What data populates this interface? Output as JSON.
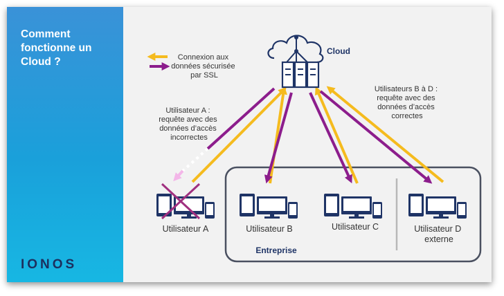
{
  "sidebar": {
    "title_lines": [
      "Comment",
      "fonctionne un",
      "Cloud ?"
    ],
    "brand": "IONOS"
  },
  "legend": {
    "lines": [
      "Connexion aux",
      "données sécurisée",
      "par SSL"
    ]
  },
  "cloud": {
    "label": "Cloud"
  },
  "annotations": {
    "user_a": [
      "Utilisateur A :",
      "requête avec des",
      "données d’accès",
      "incorrectes"
    ],
    "users_bd": [
      "Utilisateurs B à D :",
      "requête avec des",
      "données d’accès",
      "correctes"
    ]
  },
  "users": [
    {
      "id": "a",
      "label_lines": [
        "Utilisateur A"
      ],
      "rejected": true
    },
    {
      "id": "b",
      "label_lines": [
        "Utilisateur B"
      ],
      "rejected": false
    },
    {
      "id": "c",
      "label_lines": [
        "Utilisateur C"
      ],
      "rejected": false
    },
    {
      "id": "d",
      "label_lines": [
        "Utilisateur D",
        "externe"
      ],
      "rejected": false
    }
  ],
  "enterprise": {
    "label": "Entreprise"
  },
  "colors": {
    "request_arrow": "#f5bb1e",
    "response_arrow": "#8c1d8c",
    "rejected_response": "#f3b6e8",
    "navy": "#1f3466",
    "cross": "#a0307f",
    "enterprise_border": "#4a5060",
    "divider": "#b8b8b8",
    "sidebar_top": "#3a92d8",
    "sidebar_bottom": "#17b7e3"
  }
}
